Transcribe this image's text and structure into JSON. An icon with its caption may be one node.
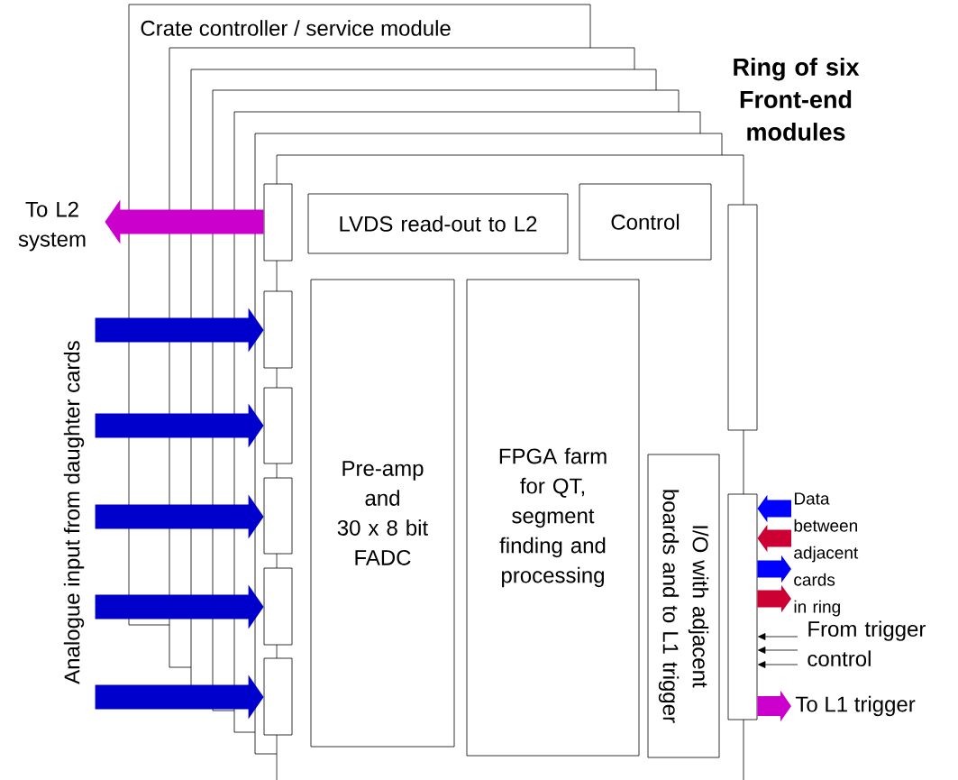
{
  "diagram": {
    "title": "Ring of six Front-end modules",
    "nodes": [
      {
        "text": [
          "Crate controller / service module"
        ]
      },
      {
        "text": [],
        "shape": "box"
      },
      {
        "text": [],
        "shape": "box"
      },
      {
        "text": [],
        "shape": "box"
      },
      {
        "text": [],
        "shape": "box"
      },
      {
        "text": [],
        "shape": "box"
      },
      {
        "text": [],
        "shape": "box"
      },
      {
        "text": [
          "LVDS read-out to L2"
        ]
      },
      {
        "text": [
          "Control"
        ]
      },
      {
        "text": [
          "Pre-amp and 30 x 8 bit FADC"
        ]
      },
      {
        "text": [
          "FPGA farm for QT, segment finding and processing"
        ]
      },
      {
        "text": [
          "I/O with adjacent boards and to L1 trigger"
        ]
      },
      {
        "text": [],
        "shape": "box"
      },
      {
        "text": [],
        "shape": "box"
      },
      {
        "text": [
          "To L2 system"
        ]
      },
      {
        "text": [
          "Analogue input from daughter cards"
        ]
      },
      {
        "text": [
          "Data between adjacent cards in ring"
        ]
      },
      {
        "text": [
          "From trigger control"
        ]
      },
      {
        "text": [
          "To L1 trigger"
        ]
      }
    ],
    "edges": [
      {
        "from": 1,
        "to": 14,
        "arrow": "to",
        "color": "#cc00cc"
      },
      {
        "from": 15,
        "to": 2,
        "arrow": "to",
        "color": "#0000cc"
      },
      {
        "from": 15,
        "to": 3,
        "arrow": "to",
        "color": "#0000cc"
      },
      {
        "from": 15,
        "to": 4,
        "arrow": "to",
        "color": "#0000cc"
      },
      {
        "from": 15,
        "to": 5,
        "arrow": "to",
        "color": "#0000cc"
      },
      {
        "from": 15,
        "to": 6,
        "arrow": "to",
        "color": "#0000cc"
      },
      {
        "from": 16,
        "to": 13,
        "arrow": "to",
        "color": "#0000ff"
      },
      {
        "from": 16,
        "to": 13,
        "arrow": "to",
        "color": "#cc0033"
      },
      {
        "from": 13,
        "to": 16,
        "arrow": "to",
        "color": "#0000ff"
      },
      {
        "from": 13,
        "to": 16,
        "arrow": "to",
        "color": "#cc0033"
      },
      {
        "from": 17,
        "to": 13,
        "arrow": "to",
        "color": "#000000"
      },
      {
        "from": 17,
        "to": 13,
        "arrow": "to",
        "color": "#000000"
      },
      {
        "from": 17,
        "to": 13,
        "arrow": "to",
        "color": "#000000"
      },
      {
        "from": 13,
        "to": 18,
        "arrow": "to",
        "color": "#cc00cc"
      }
    ]
  }
}
